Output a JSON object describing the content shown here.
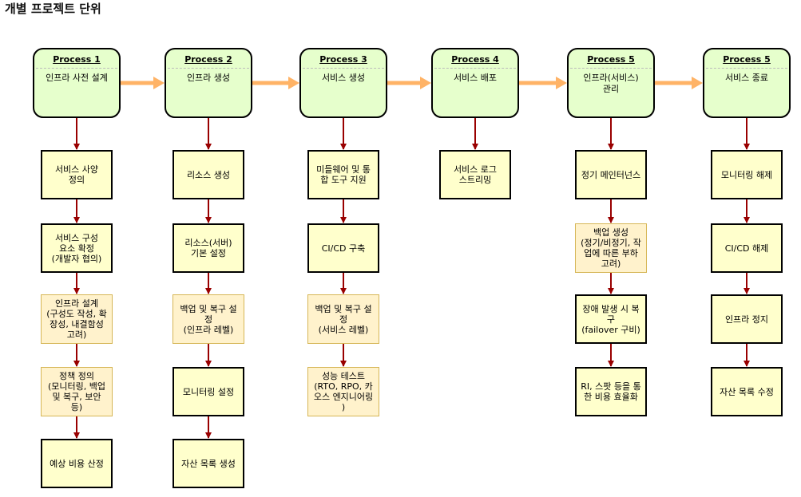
{
  "title": "개별 프로젝트 단위",
  "colors": {
    "header_fill": "#e6ffcc",
    "step_fill": "#ffffcc",
    "alt_fill": "#fff2cc",
    "flow_arrow": "#ffb366",
    "step_arrow": "#990000"
  },
  "processes": [
    {
      "name": "Process 1",
      "label": "인프라 사전 설계",
      "steps": [
        "서비스 사양\n정의",
        "서비스 구성\n요소 확정\n(개발자 협의)",
        "인프라 설계\n(구성도 작성, 확\n장성, 내결함성\n고려)",
        "정책 정의\n(모니터링, 백업\n및 복구, 보안\n등)",
        "예상 비용 산정"
      ]
    },
    {
      "name": "Process 2",
      "label": "인프라 생성",
      "steps": [
        "리소스 생성",
        "리소스(서버)\n기본 설정",
        "백업 및 복구 설\n정\n(인프라 레벨)",
        "모니터링 설정",
        "자산 목록 생성"
      ]
    },
    {
      "name": "Process 3",
      "label": "서비스 생성",
      "steps": [
        "미들웨어 및 통\n합 도구 지원",
        "CI/CD 구축",
        "백업 및 복구 설\n정\n(서비스 레벨)",
        "성능 테스트\n(RTO, RPO, 카\n오스 엔지니어링\n)"
      ]
    },
    {
      "name": "Process 4",
      "label": "서비스 배포",
      "steps": [
        "서비스 로그\n스트리밍"
      ]
    },
    {
      "name": "Process 5",
      "label": "인프라(서비스)\n관리",
      "steps": [
        "정기 메인터넌스",
        "백업 생성\n(정기/비정기, 작\n업에 따른 부하\n고려)",
        "장애 발생 시 복\n구\n(failover 구비)",
        "RI, 스팟 등을 통\n한 비용 효율화"
      ]
    },
    {
      "name": "Process 5",
      "label": "서비스 종료",
      "steps": [
        "모니터링 해제",
        "CI/CD 해제",
        "인프라 정지",
        "자산 목록 수정"
      ]
    }
  ]
}
